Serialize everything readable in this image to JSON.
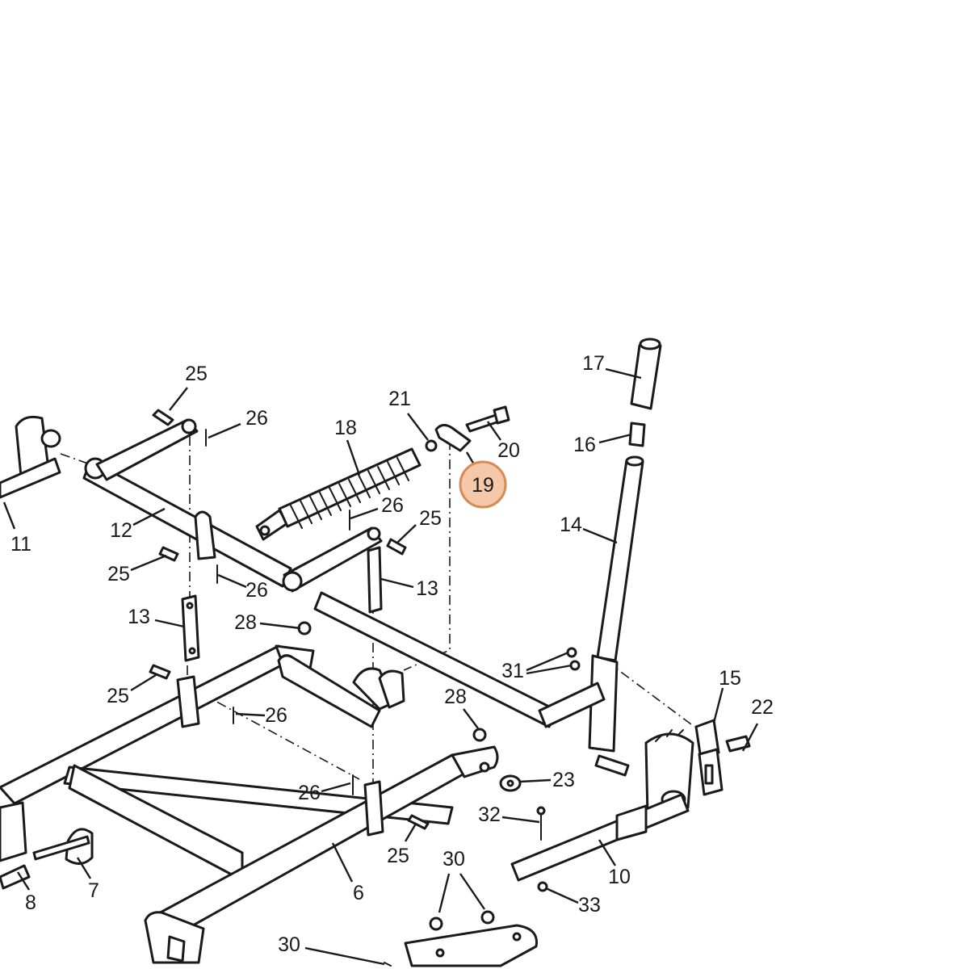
{
  "diagram": {
    "highlight_color": "#f4c8a8",
    "highlight_stroke": "#d88a52",
    "line_color": "#1a1a1a",
    "callouts": [
      {
        "id": "c25a",
        "label": "25"
      },
      {
        "id": "c26a",
        "label": "26"
      },
      {
        "id": "c18",
        "label": "18"
      },
      {
        "id": "c21",
        "label": "21"
      },
      {
        "id": "c20",
        "label": "20"
      },
      {
        "id": "c19",
        "label": "19",
        "highlighted": true
      },
      {
        "id": "c17",
        "label": "17"
      },
      {
        "id": "c16",
        "label": "16"
      },
      {
        "id": "c14",
        "label": "14"
      },
      {
        "id": "c11",
        "label": "11"
      },
      {
        "id": "c12",
        "label": "12"
      },
      {
        "id": "c26b",
        "label": "26"
      },
      {
        "id": "c25b",
        "label": "25"
      },
      {
        "id": "c25c",
        "label": "25"
      },
      {
        "id": "c26c",
        "label": "26"
      },
      {
        "id": "c13a",
        "label": "13"
      },
      {
        "id": "c13b",
        "label": "13"
      },
      {
        "id": "c28a",
        "label": "28"
      },
      {
        "id": "c31",
        "label": "31"
      },
      {
        "id": "c15",
        "label": "15"
      },
      {
        "id": "c22",
        "label": "22"
      },
      {
        "id": "c25d",
        "label": "25"
      },
      {
        "id": "c26d",
        "label": "26"
      },
      {
        "id": "c28b",
        "label": "28"
      },
      {
        "id": "c23",
        "label": "23"
      },
      {
        "id": "c26e",
        "label": "26"
      },
      {
        "id": "c32",
        "label": "32"
      },
      {
        "id": "c25e",
        "label": "25"
      },
      {
        "id": "c10",
        "label": "10"
      },
      {
        "id": "c33",
        "label": "33"
      },
      {
        "id": "c6",
        "label": "6"
      },
      {
        "id": "c7",
        "label": "7"
      },
      {
        "id": "c8",
        "label": "8"
      },
      {
        "id": "c30a",
        "label": "30"
      },
      {
        "id": "c30b",
        "label": "30"
      }
    ]
  }
}
